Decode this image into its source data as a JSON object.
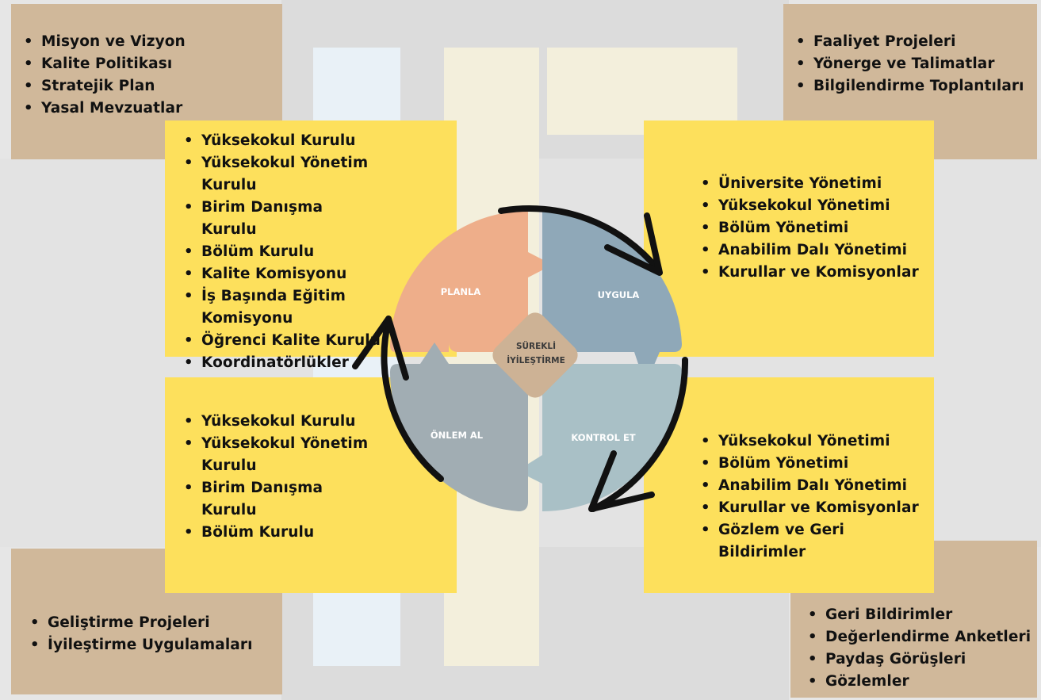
{
  "boxes": {
    "top_left": [
      "Misyon ve Vizyon",
      "Kalite Politikası",
      "Stratejik Plan",
      "Yasal Mevzuatlar"
    ],
    "top_right": [
      "Faaliyet Projeleri",
      "Yönerge ve Talimatlar",
      "Bilgilendirme Toplantıları"
    ],
    "bottom_left": [
      "Geliştirme Projeleri",
      "İyileştirme Uygulamaları"
    ],
    "bottom_right": [
      "Geri Bildirimler",
      "Değerlendirme Anketleri",
      "Paydaş Görüşleri",
      "Gözlemler"
    ],
    "plan": [
      "Yüksekokul Kurulu",
      "Yüksekokul Yönetim Kurulu",
      "Birim Danışma Kurulu",
      "Bölüm Kurulu",
      "Kalite Komisyonu",
      "İş Başında Eğitim Komisyonu",
      "Öğrenci Kalite Kurulu",
      "Koordinatörlükler"
    ],
    "do": [
      "Üniversite Yönetimi",
      "Yüksekokul Yönetimi",
      "Bölüm Yönetimi",
      "Anabilim Dalı Yönetimi",
      "Kurullar ve Komisyonlar"
    ],
    "act": [
      "Yüksekokul Kurulu",
      "Yüksekokul Yönetim Kurulu",
      "Birim Danışma Kurulu",
      "Bölüm Kurulu"
    ],
    "check": [
      "Yüksekokul Yönetimi",
      "Bölüm Yönetimi",
      "Anabilim Dalı Yönetimi",
      "Kurullar ve Komisyonlar",
      "Gözlem ve Geri Bildirimler"
    ]
  },
  "cycle": {
    "plan": "PLANLA",
    "do": "UYGULA",
    "check": "KONTROL ET",
    "act": "ÖNLEM AL",
    "center_line1": "SÜREKLİ",
    "center_line2": "İYİLEŞTİRME"
  },
  "colors": {
    "tan": "#d0b89a",
    "yellow": "#fde05c",
    "plan": "#eeae8a",
    "do": "#8fa8b8",
    "check": "#a9c0c6",
    "act": "#a1adb3",
    "center": "#cdb295",
    "arrows": "#111111"
  }
}
